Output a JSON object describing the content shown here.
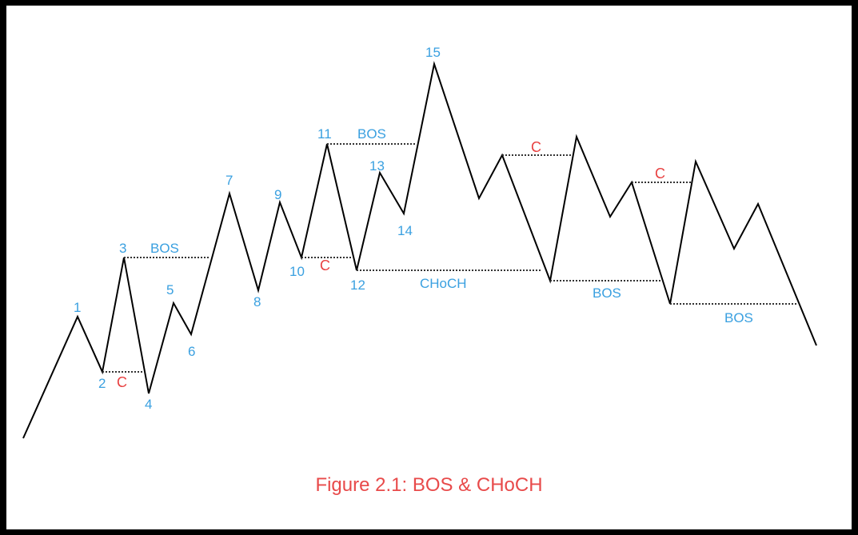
{
  "caption": "Figure 2.1: BOS & CHoCH",
  "colors": {
    "line": "#000000",
    "label_blue": "#3aa0e0",
    "label_red": "#e84040",
    "level_line": "#333333"
  },
  "swing_labels": [
    "1",
    "2",
    "3",
    "4",
    "5",
    "6",
    "7",
    "8",
    "9",
    "10",
    "11",
    "12",
    "13",
    "14",
    "15"
  ],
  "annotations": {
    "bos_1": "BOS",
    "c_1": "C",
    "bos_2": "BOS",
    "c_2": "C",
    "choch": "CHoCH",
    "c_3": "C",
    "bos_3": "BOS",
    "c_4": "C",
    "bos_4": "BOS"
  }
}
